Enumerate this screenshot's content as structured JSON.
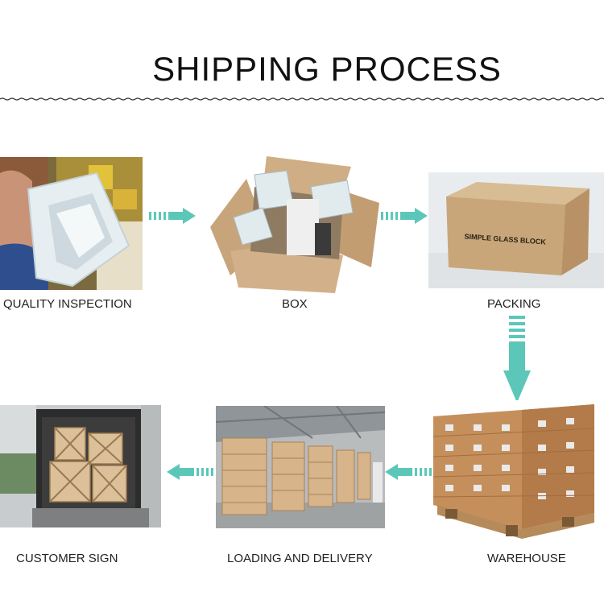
{
  "title": "SHIPPING PROCESS",
  "colors": {
    "arrow": "#5cc7b8",
    "cardboard": "#c8a47a",
    "pallet_wood": "#b68b5b",
    "glass": "#dfe9ec"
  },
  "steps": [
    {
      "id": "quality",
      "label": "QUALITY INSPECTION"
    },
    {
      "id": "box",
      "label": "BOX"
    },
    {
      "id": "packing",
      "label": "PACKING",
      "box_print": "SIMPLE GLASS BLOCK"
    },
    {
      "id": "warehouse",
      "label": "WAREHOUSE"
    },
    {
      "id": "loading",
      "label": "LOADING AND DELIVERY"
    },
    {
      "id": "customer",
      "label": "CUSTOMER SIGN"
    }
  ]
}
